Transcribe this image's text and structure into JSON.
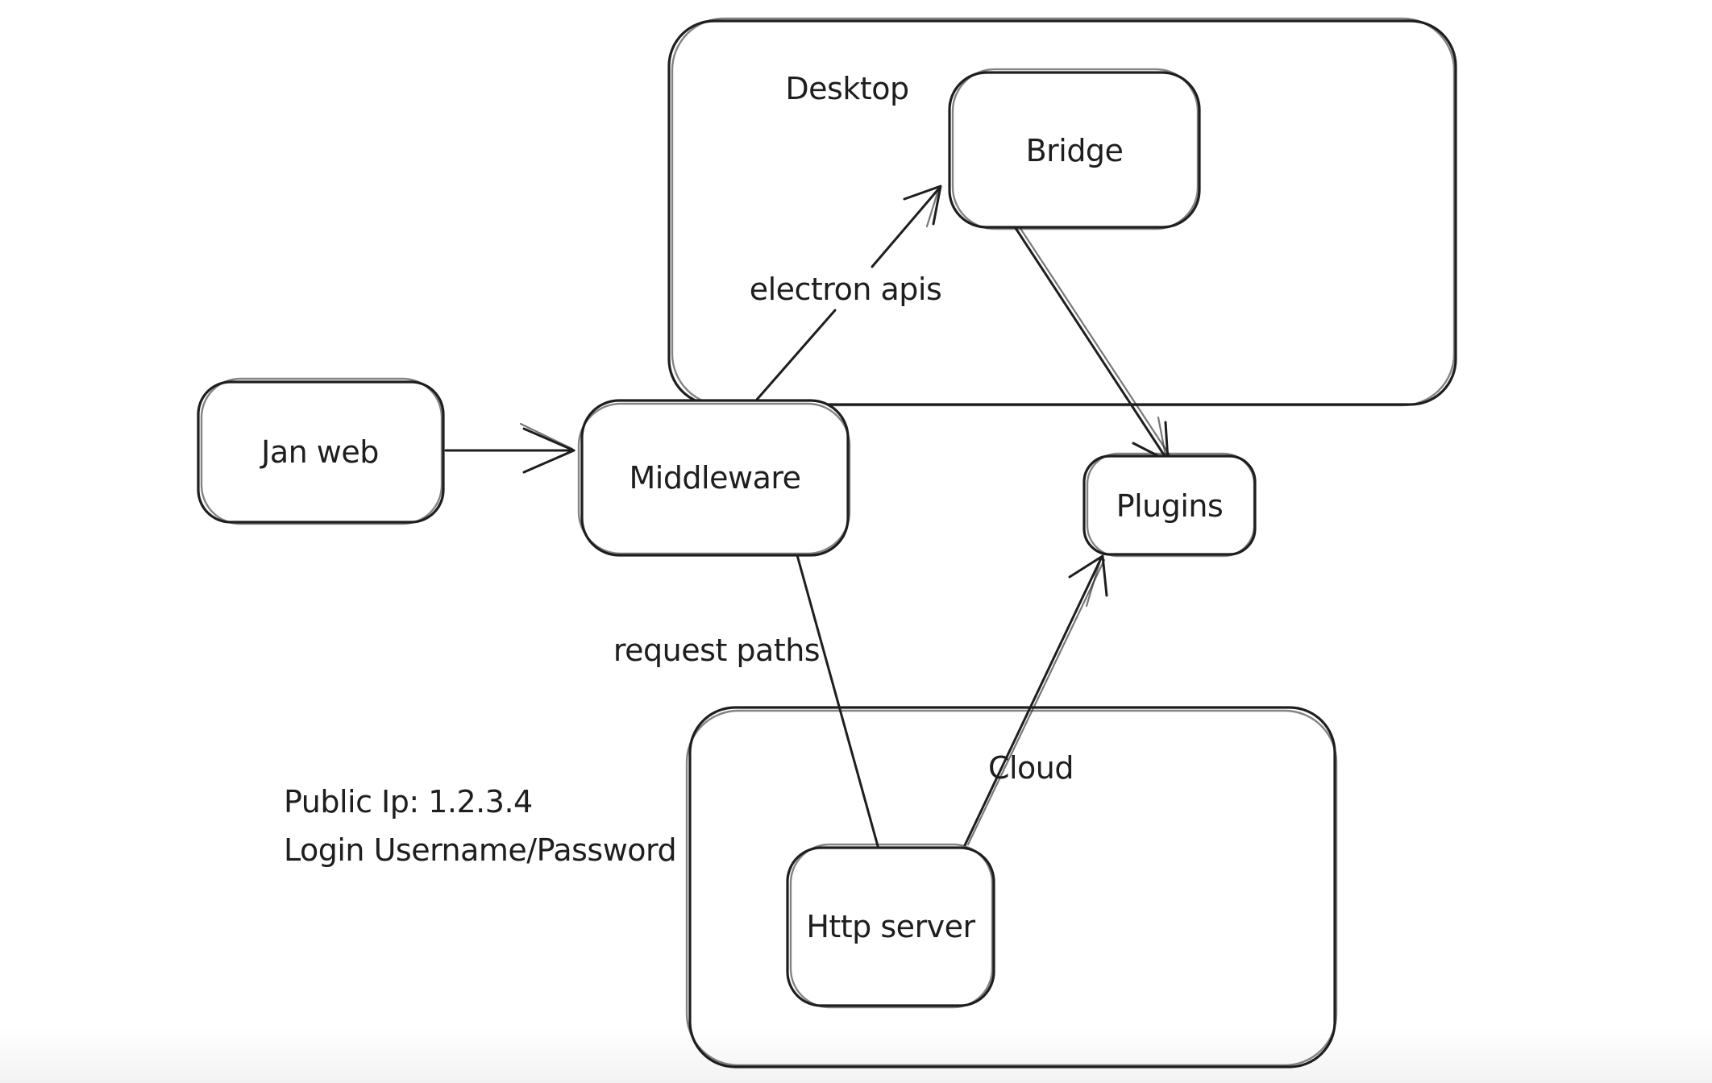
{
  "colors": {
    "stroke": "#1e1e1e",
    "background": "#ffffff"
  },
  "containers": [
    {
      "id": "desktop",
      "label": "Desktop"
    },
    {
      "id": "cloud",
      "label": "Cloud"
    }
  ],
  "nodes": [
    {
      "id": "jan-web",
      "label": "Jan web"
    },
    {
      "id": "middleware",
      "label": "Middleware"
    },
    {
      "id": "bridge",
      "label": "Bridge"
    },
    {
      "id": "plugins",
      "label": "Plugins"
    },
    {
      "id": "http-server",
      "label": "Http server"
    }
  ],
  "edges": [
    {
      "from": "jan-web",
      "to": "middleware",
      "label": ""
    },
    {
      "from": "middleware",
      "to": "bridge",
      "label": "electron apis"
    },
    {
      "from": "bridge",
      "to": "plugins",
      "label": ""
    },
    {
      "from": "middleware",
      "to": "http-server",
      "label": "request paths"
    },
    {
      "from": "http-server",
      "to": "plugins",
      "label": ""
    }
  ],
  "notes": [
    {
      "text": "Public Ip: 1.2.3.4"
    },
    {
      "text": "Login Username/Password"
    }
  ]
}
